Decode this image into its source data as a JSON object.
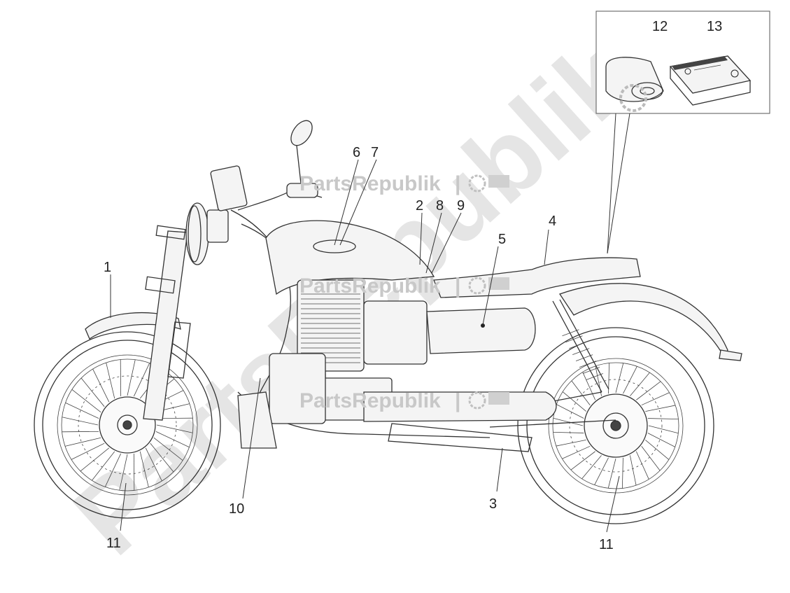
{
  "diagram": {
    "callouts": [
      "1",
      "2",
      "3",
      "4",
      "5",
      "6",
      "7",
      "8",
      "9",
      "10",
      "11",
      "11",
      "12",
      "13"
    ]
  },
  "watermark": {
    "text": "PartsRepublik",
    "separator": "|",
    "icon": "gear-icon",
    "color": "#c8c8c8"
  },
  "inset": {
    "items": [
      "12",
      "13"
    ],
    "icons": [
      "tool-roll-icon",
      "owner-manual-icon"
    ]
  }
}
